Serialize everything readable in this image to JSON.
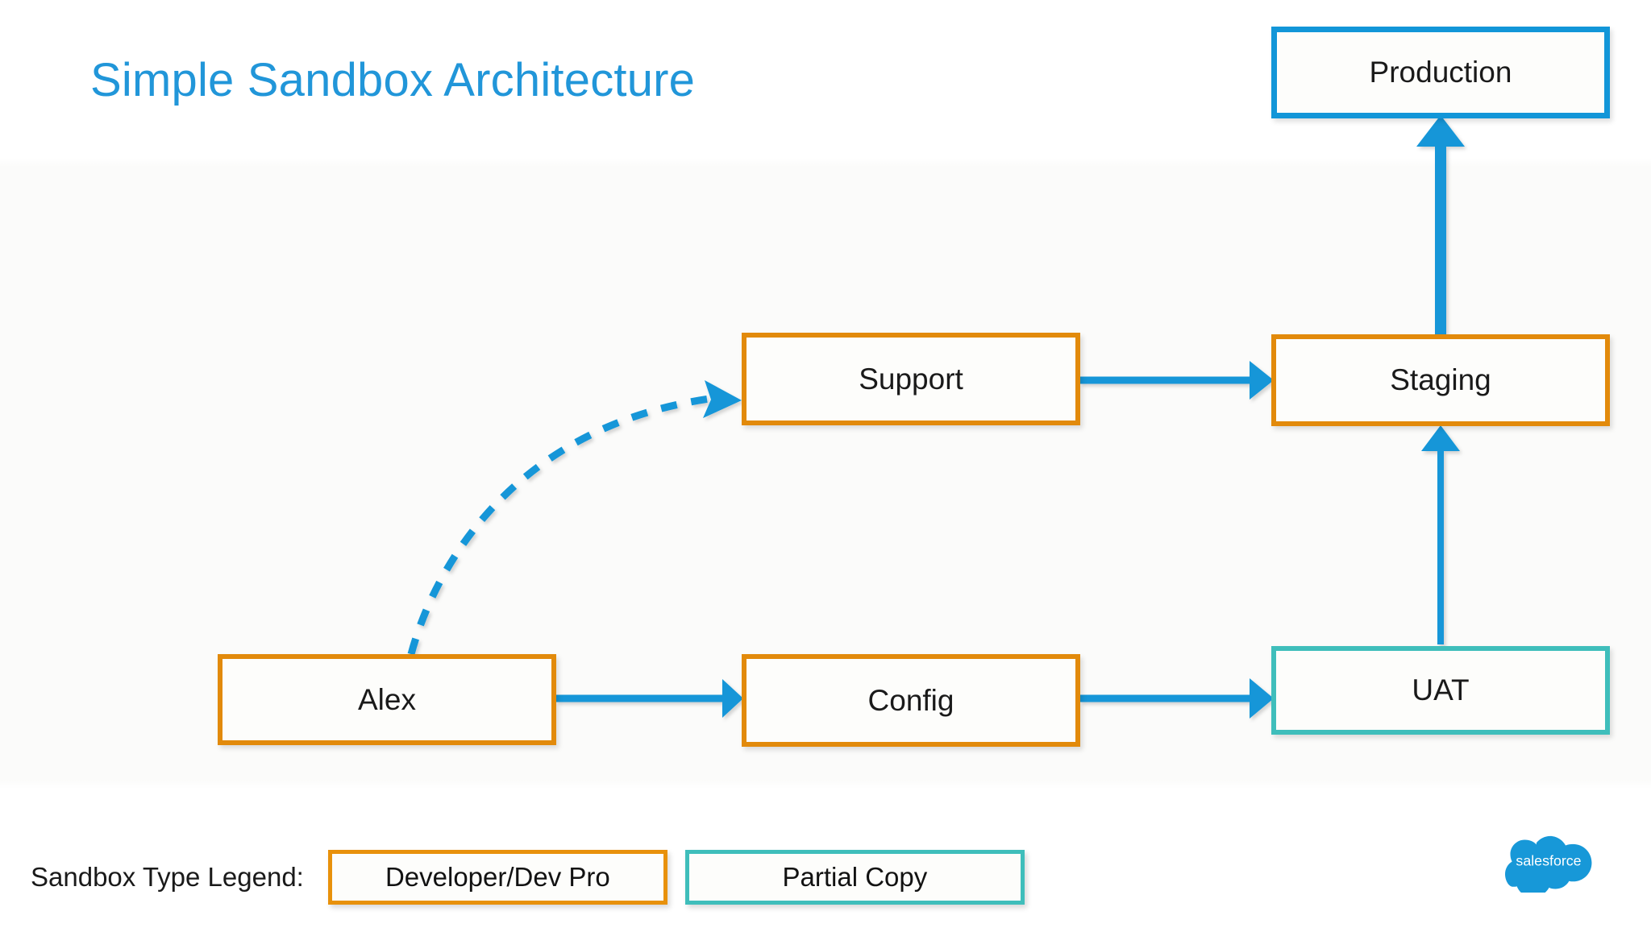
{
  "slide": {
    "title": "Simple Sandbox Architecture",
    "title_color": "#2196D9",
    "background": "#ffffff"
  },
  "colors": {
    "accent_blue": "#1296D8",
    "developer_orange": "#E28A0B",
    "partial_copy_teal": "#3FBEBB",
    "production_blue": "#1296D8",
    "arrow_blue": "#1296D8",
    "node_fill": "#fdfdfb",
    "text_dark": "#1a1a1a"
  },
  "diagram": {
    "type": "flow",
    "nodes": [
      {
        "id": "alex",
        "label": "Alex",
        "type": "Developer/Dev Pro",
        "border_color": "#E28A0B"
      },
      {
        "id": "config",
        "label": "Config",
        "type": "Developer/Dev Pro",
        "border_color": "#E28A0B"
      },
      {
        "id": "support",
        "label": "Support",
        "type": "Developer/Dev Pro",
        "border_color": "#E28A0B"
      },
      {
        "id": "uat",
        "label": "UAT",
        "type": "Partial Copy",
        "border_color": "#3FBEBB"
      },
      {
        "id": "staging",
        "label": "Staging",
        "type": "Developer/Dev Pro",
        "border_color": "#E28A0B"
      },
      {
        "id": "production",
        "label": "Production",
        "type": "Production",
        "border_color": "#1296D8"
      }
    ],
    "edges": [
      {
        "from": "alex",
        "to": "support",
        "style": "dashed-curved",
        "direction": "up-right",
        "color": "#1296D8"
      },
      {
        "from": "alex",
        "to": "config",
        "style": "solid",
        "direction": "right",
        "color": "#1296D8"
      },
      {
        "from": "config",
        "to": "uat",
        "style": "solid",
        "direction": "right",
        "color": "#1296D8"
      },
      {
        "from": "support",
        "to": "staging",
        "style": "solid",
        "direction": "right",
        "color": "#1296D8"
      },
      {
        "from": "uat",
        "to": "staging",
        "style": "solid",
        "direction": "up",
        "color": "#1296D8"
      },
      {
        "from": "staging",
        "to": "production",
        "style": "solid-thick",
        "direction": "up",
        "color": "#1296D8"
      }
    ]
  },
  "legend": {
    "label": "Sandbox Type Legend:",
    "items": [
      {
        "label": "Developer/Dev Pro",
        "border_color": "#E8910B"
      },
      {
        "label": "Partial Copy",
        "border_color": "#3FBEBB"
      }
    ]
  },
  "branding": {
    "logo_name": "salesforce-logo",
    "logo_text": "salesforce",
    "logo_color": "#1798D8"
  }
}
